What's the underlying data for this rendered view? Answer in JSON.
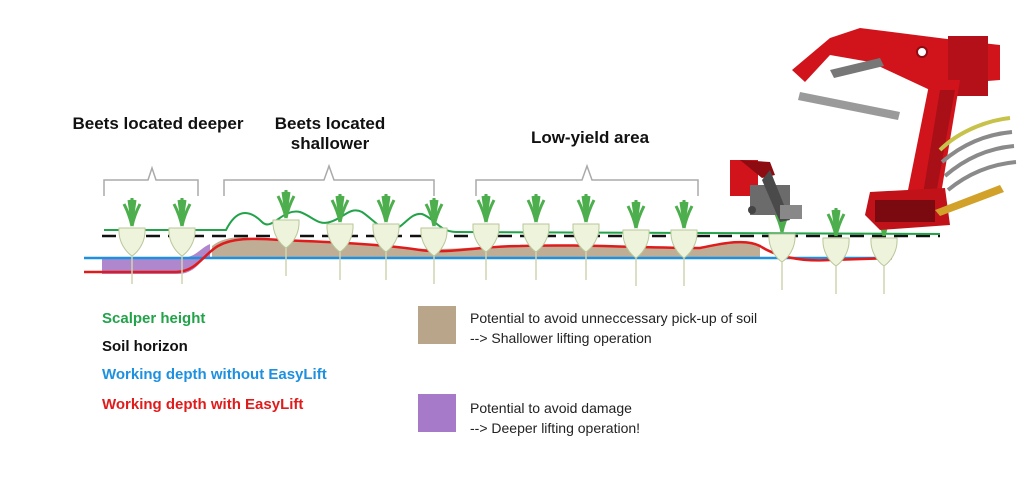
{
  "regions": {
    "deeper": "Beets located deeper",
    "shallower_line1": "Beets located",
    "shallower_line2": "shallower",
    "low_yield": "Low-yield area"
  },
  "legend": {
    "scalper": {
      "text": "Scalper height",
      "color": "#22a34a"
    },
    "soil": {
      "text": "Soil horizon",
      "color": "#111111"
    },
    "without": {
      "text": "Working depth without EasyLift",
      "color": "#1e90e0"
    },
    "with": {
      "text": "Working depth with EasyLift",
      "color": "#e01b1b"
    }
  },
  "potentials": {
    "soil": {
      "line1": "Potential to avoid unneccessary pick-up of soil",
      "line2": "--> Shallower lifting operation",
      "color": "#b8a58a"
    },
    "damage": {
      "line1": "Potential to avoid damage",
      "line2": "--> Deeper lifting operation!",
      "color": "#a67ac8"
    }
  },
  "colors": {
    "machine": "#d1141c",
    "machine_dark": "#8c0c12",
    "bracket": "#aaaaaa",
    "beet_leaf": "#4cae4c",
    "beet_root": "#eef3dc"
  }
}
